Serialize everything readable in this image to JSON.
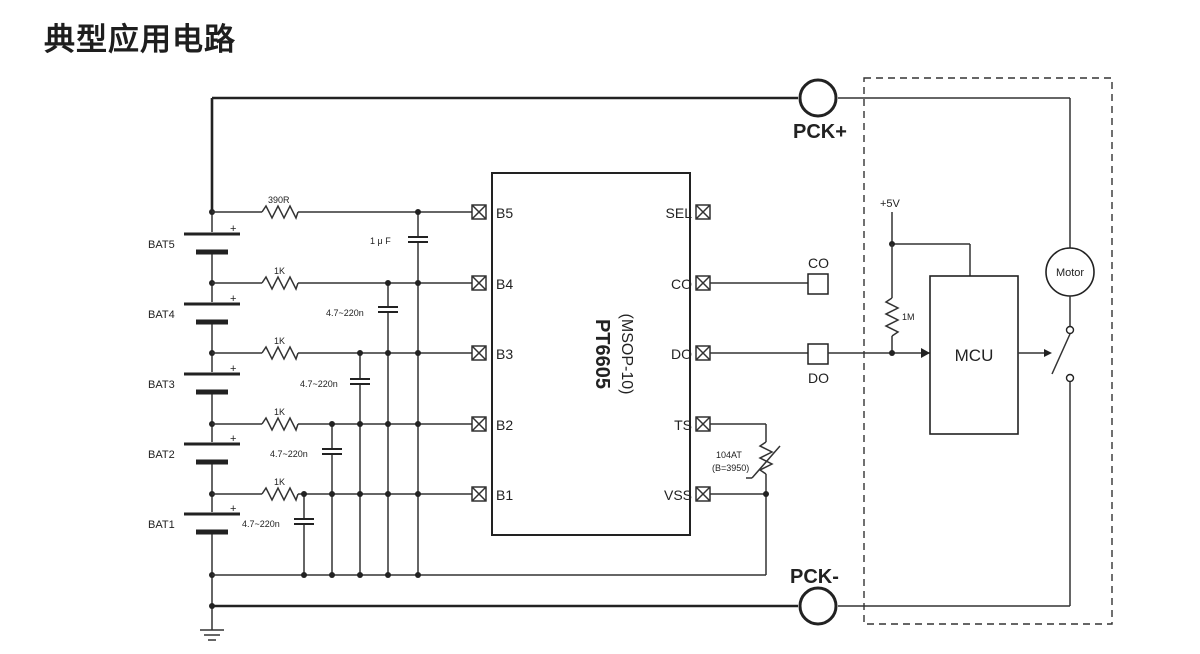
{
  "title": "典型应用电路",
  "chip": {
    "name": "PT6605",
    "package": "(MSOP-10)"
  },
  "pins_left": [
    "B5",
    "B4",
    "B3",
    "B2",
    "B1"
  ],
  "pins_right": [
    "SEL",
    "CO",
    "DO",
    "TS",
    "VSS"
  ],
  "batteries": [
    "BAT5",
    "BAT4",
    "BAT3",
    "BAT2",
    "BAT1"
  ],
  "resistors": [
    "390R",
    "1K",
    "1K",
    "1K",
    "1K"
  ],
  "caps": [
    "1 μ F",
    "4.7~220n",
    "4.7~220n",
    "4.7~220n",
    "4.7~220n"
  ],
  "terminals": {
    "pck_plus": "PCK+",
    "pck_minus": "PCK-",
    "co": "CO",
    "do": "DO"
  },
  "thermistor": {
    "part": "104AT",
    "beta": "(B=3950)"
  },
  "mcu": {
    "label": "MCU",
    "supply": "+5V",
    "pullup": "1M"
  },
  "motor": "Motor"
}
